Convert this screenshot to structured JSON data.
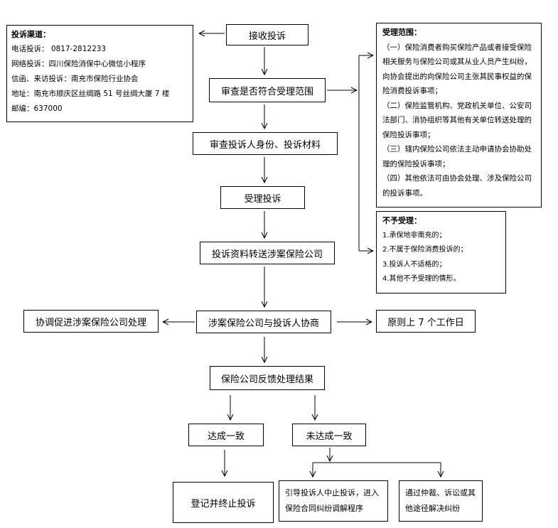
{
  "channels": {
    "title": "投诉渠道：",
    "lines": [
      "电话投诉：  0817-2812233",
      "网络投诉：四川保险消保中心微信小程序",
      "信函、来访投诉：南充市保险行业协会",
      "地址：南充市顺庆区丝绸路 51 号丝绸大厦 7 楼",
      "邮编：637000"
    ]
  },
  "flow": {
    "receive": "接收投诉",
    "check_scope": "审查是否符合受理范围",
    "check_identity": "审查投诉人身份、投诉材料",
    "accept": "受理投诉",
    "forward": "投诉资料转送涉案保险公司",
    "negotiate": "涉案保险公司与投诉人协商",
    "coordinate": "协调促进涉案保险公司处理",
    "deadline": "原则上 7 个工作日",
    "feedback": "保险公司反馈处理结果",
    "agree": "达成一致",
    "disagree": "未达成一致",
    "register_end": "登记并终止投诉",
    "guide_mediation": "引导投诉人中止投诉，进入保险合同纠纷调解程序",
    "other_ways": "通过仲裁、诉讼或其他途径解决纠纷"
  },
  "scope": {
    "title": "受理范围：",
    "items": [
      "（一）保险消费者购买保险产品或者接受保险相关服务与保险公司或其从业人员产生纠纷，向协会提出的向保险公司主张其民事权益的保险消费投诉事项；",
      "（二）保险监管机构、党政机关单位、公安司法部门、消协组织等其他有关单位转送处理的保险投诉事项；",
      "（三）辖内保险公司依法主动申请协会协助处理的保险投诉事项；",
      "（四）其他依法可由协会处理、涉及保险公司的投诉事项。"
    ]
  },
  "reject": {
    "title": "不予受理：",
    "items": [
      "1.承保地非南充的；",
      "2.不属于保险消费投诉的；",
      "3.投诉人不适格的；",
      "4.其他不予受理的情形。"
    ]
  }
}
